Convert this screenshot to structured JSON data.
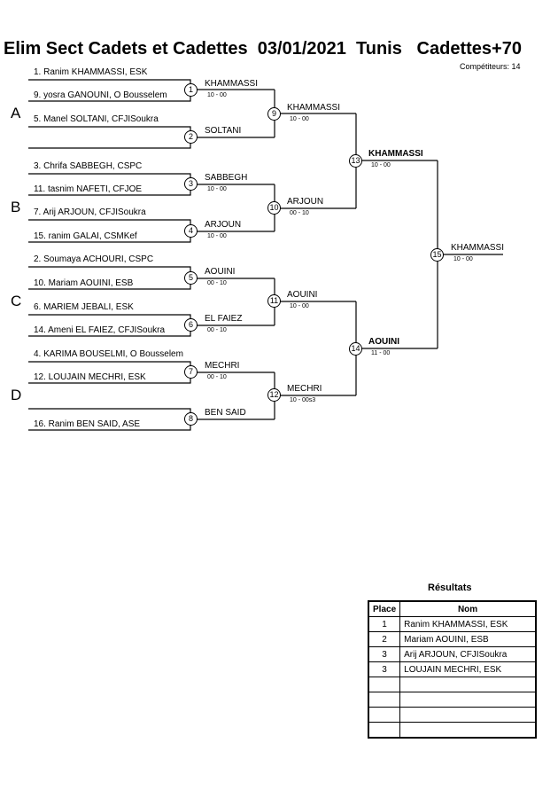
{
  "header": {
    "event": "Elim Sect Cadets et Cadettes",
    "date": "03/01/2021",
    "city": "Tunis",
    "category": "Cadettes+70",
    "competitors_label": "Compétiteurs:",
    "competitors_count": "14"
  },
  "pools": [
    "A",
    "B",
    "C",
    "D"
  ],
  "entrants": [
    "1. Ranim KHAMMASSI, ESK",
    "9. yosra GANOUNI, O Bousselem",
    "5. Manel SOLTANI, CFJISoukra",
    "",
    "3. Chrifa SABBEGH, CSPC",
    "11. tasnim NAFETI, CFJOE",
    "7. Arij ARJOUN, CFJISoukra",
    "15. ranim GALAI, CSMKef",
    "2. Soumaya ACHOURI, CSPC",
    "10. Mariam AOUINI, ESB",
    "6. MARIEM JEBALI, ESK",
    "14. Ameni EL FAIEZ, CFJISoukra",
    "4. KARIMA BOUSELMI, O Bousselem",
    "12. LOUJAIN MECHRI, ESK",
    "",
    "16. Ranim BEN SAID, ASE"
  ],
  "matches": [
    {
      "num": "1",
      "winner": "KHAMMASSI",
      "score": "10 - 00"
    },
    {
      "num": "2",
      "winner": "SOLTANI",
      "score": ""
    },
    {
      "num": "3",
      "winner": "SABBEGH",
      "score": "10 - 00"
    },
    {
      "num": "4",
      "winner": "ARJOUN",
      "score": "10 - 00"
    },
    {
      "num": "5",
      "winner": "AOUINI",
      "score": "00 - 10"
    },
    {
      "num": "6",
      "winner": "EL FAIEZ",
      "score": "00 - 10"
    },
    {
      "num": "7",
      "winner": "MECHRI",
      "score": "00 - 10"
    },
    {
      "num": "8",
      "winner": "BEN SAID",
      "score": ""
    },
    {
      "num": "9",
      "winner": "KHAMMASSI",
      "score": "10 - 00"
    },
    {
      "num": "10",
      "winner": "ARJOUN",
      "score": "00 - 10"
    },
    {
      "num": "11",
      "winner": "AOUINI",
      "score": "10 - 00"
    },
    {
      "num": "12",
      "winner": "MECHRI",
      "score": "10 - 00s3"
    },
    {
      "num": "13",
      "winner": "KHAMMASSI",
      "score": "10 - 00"
    },
    {
      "num": "14",
      "winner": "AOUINI",
      "score": "11 - 00"
    },
    {
      "num": "15",
      "winner": "KHAMMASSI",
      "score": "10 - 00"
    }
  ],
  "results": {
    "title": "Résultats",
    "col_place": "Place",
    "col_name": "Nom",
    "rows": [
      {
        "place": "1",
        "name": "Ranim KHAMMASSI, ESK"
      },
      {
        "place": "2",
        "name": "Mariam AOUINI, ESB"
      },
      {
        "place": "3",
        "name": "Arij ARJOUN, CFJISoukra"
      },
      {
        "place": "3",
        "name": "LOUJAIN MECHRI, ESK"
      },
      {
        "place": "",
        "name": ""
      },
      {
        "place": "",
        "name": ""
      },
      {
        "place": "",
        "name": ""
      },
      {
        "place": "",
        "name": ""
      }
    ]
  }
}
